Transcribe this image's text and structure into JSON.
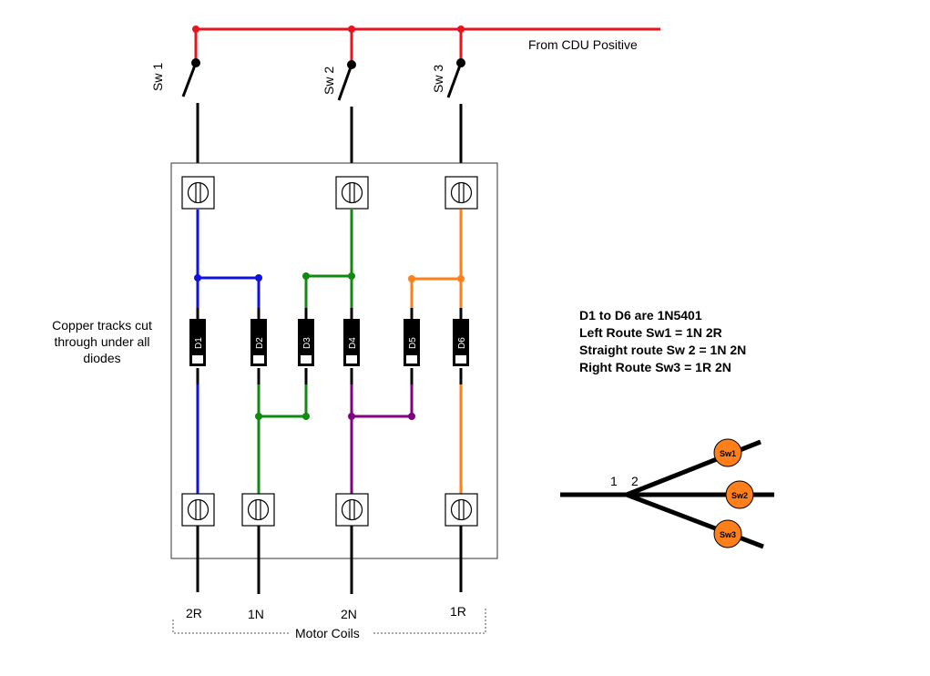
{
  "colors": {
    "positive": "#e8141c",
    "d1_net": "#1010e0",
    "d2_d3_net": "#108a10",
    "d4_d5_net": "#800080",
    "d6_net": "#ff7f1a",
    "switch_dot": "#ff7f1a"
  },
  "cdu_label": "From CDU Positive",
  "switches": [
    "Sw 1",
    "Sw 2",
    "Sw 3"
  ],
  "diodes": [
    "D1",
    "D2",
    "D3",
    "D4",
    "D5",
    "D6"
  ],
  "outputs": [
    "2R",
    "1N",
    "2N",
    "1R"
  ],
  "motor_coils_label": "Motor Coils",
  "copper_note": [
    "Copper tracks cut",
    "through under all",
    "diodes"
  ],
  "notes": [
    "D1 to D6 are 1N5401",
    "Left Route Sw1 = 1N 2R",
    "Straight route Sw 2 = 1N 2N",
    "Right Route Sw3 = 1R 2N"
  ],
  "track": {
    "point_labels": [
      "1",
      "2"
    ],
    "switch_labels": [
      "Sw1",
      "Sw2",
      "Sw3"
    ]
  }
}
